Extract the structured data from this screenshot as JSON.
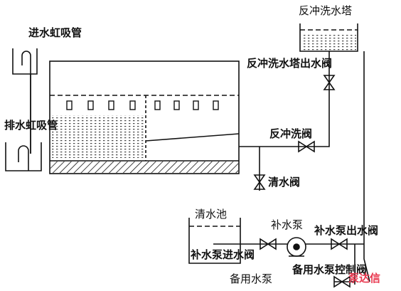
{
  "diagram": {
    "labels": {
      "backwash_tower": "反冲洗水塔",
      "inlet_siphon": "进水虹吸管",
      "backwash_tower_outlet_valve": "反冲洗水塔出水阀",
      "drain_siphon": "排水虹吸管",
      "backwash_valve": "反冲洗阀",
      "clear_water_valve": "清水阀",
      "clear_water_tank": "清水池",
      "makeup_pump": "补水泵",
      "makeup_pump_outlet_valve": "补水泵出水阀",
      "makeup_pump_inlet_valve": "补水泵进水阀",
      "standby_pump": "备用水泵",
      "standby_control_valve": "备用水泵控制阀"
    },
    "watermark": "泵达信",
    "colors": {
      "line": "#111111",
      "watermark": "#e8384f"
    }
  }
}
